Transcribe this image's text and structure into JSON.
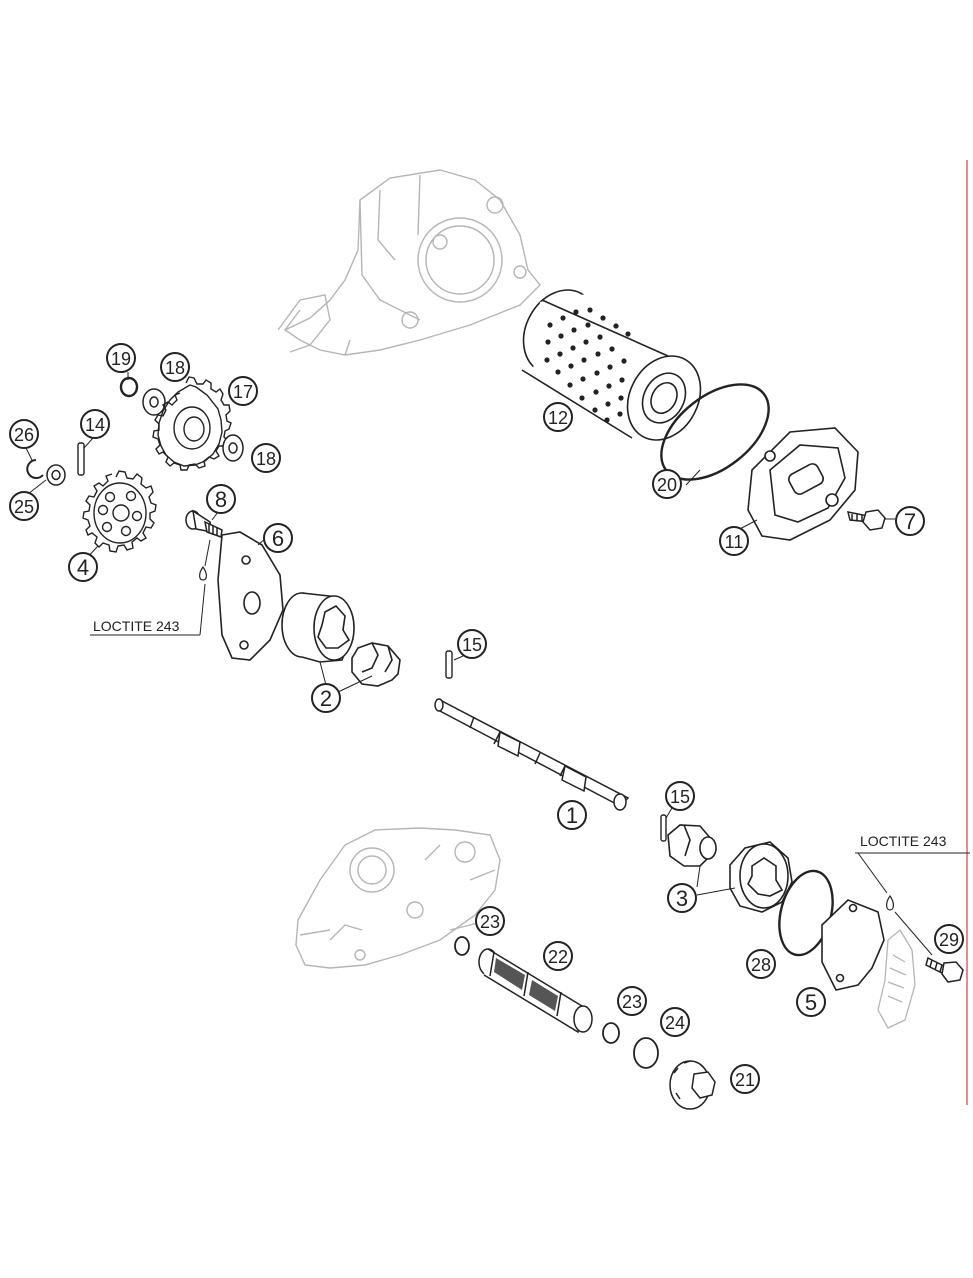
{
  "callouts": [
    {
      "id": "c1",
      "label": "1"
    },
    {
      "id": "c2",
      "label": "2"
    },
    {
      "id": "c3",
      "label": "3"
    },
    {
      "id": "c4",
      "label": "4"
    },
    {
      "id": "c5",
      "label": "5"
    },
    {
      "id": "c6",
      "label": "6"
    },
    {
      "id": "c7",
      "label": "7"
    },
    {
      "id": "c8",
      "label": "8"
    },
    {
      "id": "c11",
      "label": "11"
    },
    {
      "id": "c12",
      "label": "12"
    },
    {
      "id": "c14",
      "label": "14"
    },
    {
      "id": "c15a",
      "label": "15"
    },
    {
      "id": "c15b",
      "label": "15"
    },
    {
      "id": "c17",
      "label": "17"
    },
    {
      "id": "c18a",
      "label": "18"
    },
    {
      "id": "c18b",
      "label": "18"
    },
    {
      "id": "c19",
      "label": "19"
    },
    {
      "id": "c20",
      "label": "20"
    },
    {
      "id": "c21",
      "label": "21"
    },
    {
      "id": "c22",
      "label": "22"
    },
    {
      "id": "c23a",
      "label": "23"
    },
    {
      "id": "c23b",
      "label": "23"
    },
    {
      "id": "c24",
      "label": "24"
    },
    {
      "id": "c25",
      "label": "25"
    },
    {
      "id": "c26",
      "label": "26"
    },
    {
      "id": "c28",
      "label": "28"
    },
    {
      "id": "c29",
      "label": "29"
    }
  ],
  "notes": {
    "loctite_left": "LOCTITE 243",
    "loctite_right": "LOCTITE 243"
  },
  "colors": {
    "line": "#222222",
    "ghost": "#b5b5b5",
    "edge": "#e8898f"
  }
}
